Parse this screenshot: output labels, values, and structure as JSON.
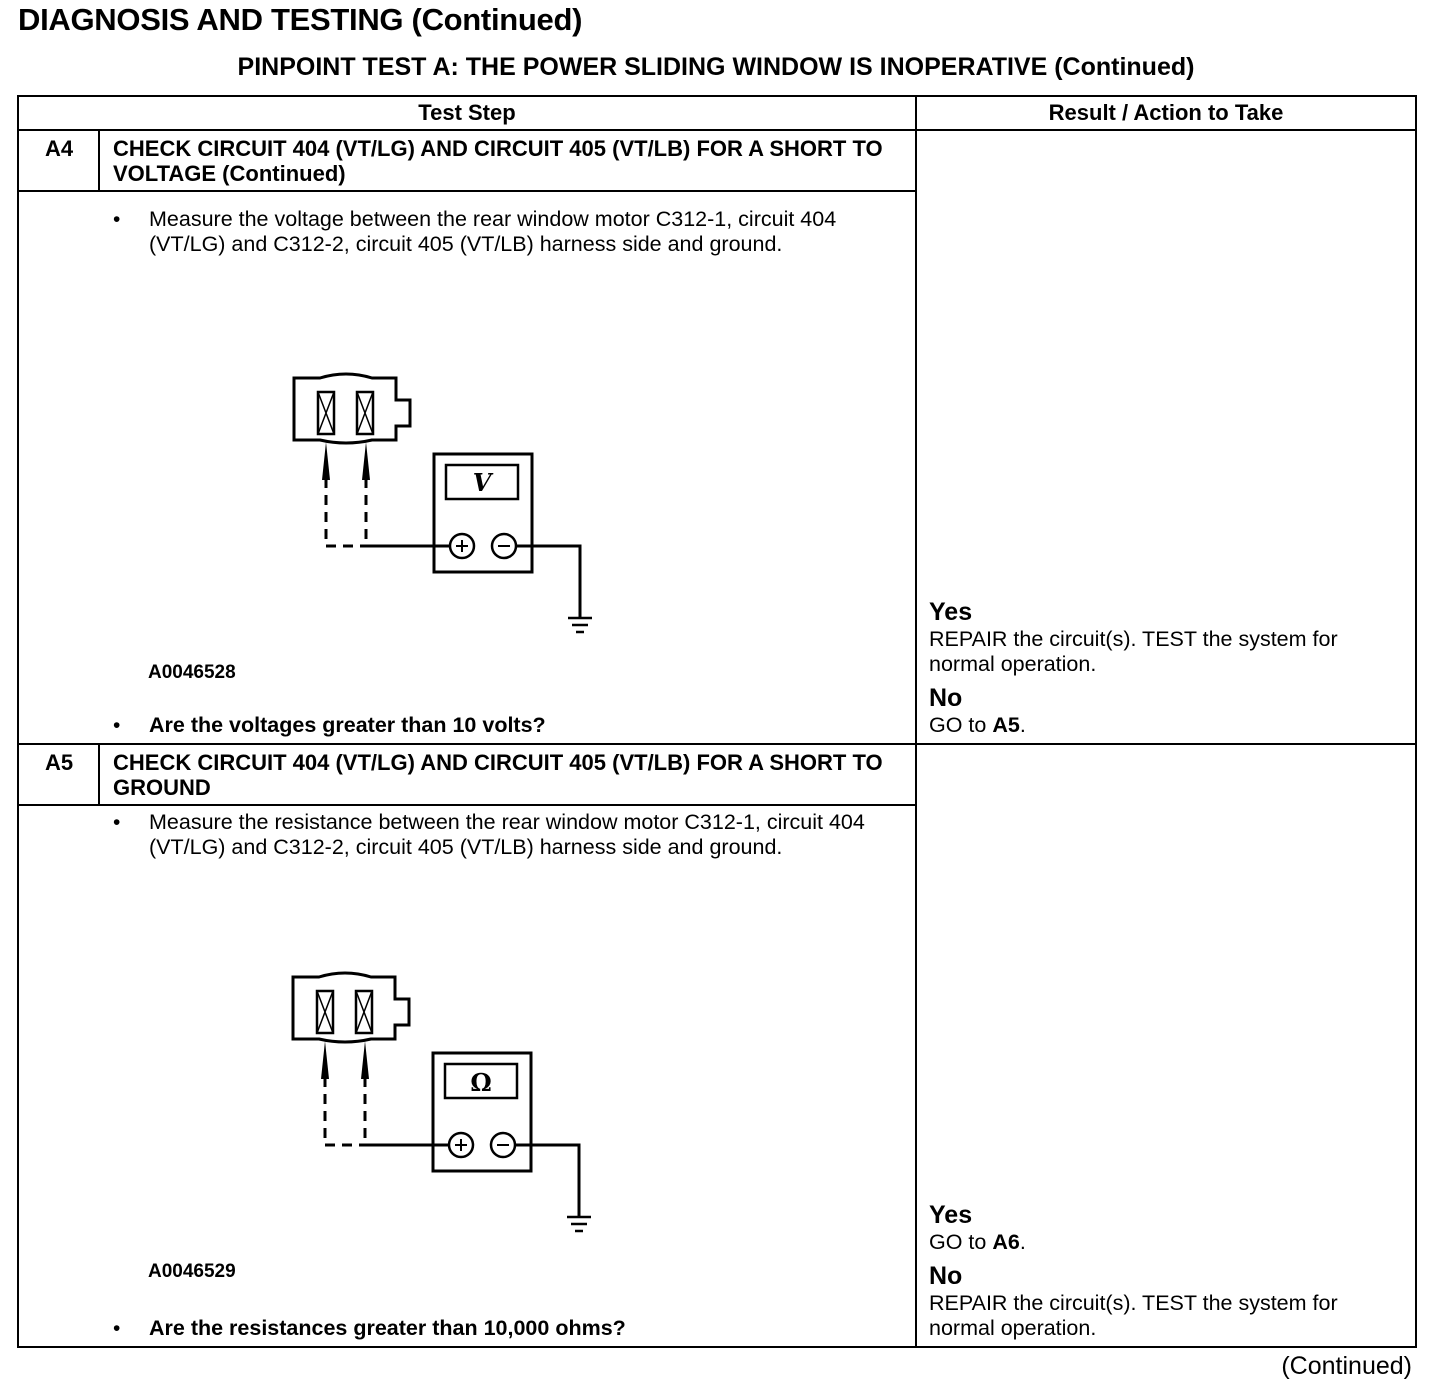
{
  "page_title": "DIAGNOSIS AND TESTING (Continued)",
  "test_title": "PINPOINT TEST  A: THE POWER SLIDING WINDOW IS INOPERATIVE (Continued)",
  "table": {
    "header_step": "Test Step",
    "header_result": "Result / Action to Take"
  },
  "steps": [
    {
      "id": "A4",
      "title": "CHECK CIRCUIT 404 (VT/LG) AND CIRCUIT 405 (VT/LB) FOR A SHORT TO VOLTAGE (Continued)",
      "bullet_marker": "•",
      "instruction": "Measure the voltage between the rear window motor C312-1, circuit 404 (VT/LG) and C312-2, circuit 405 (VT/LB) harness side and ground.",
      "meter_symbol": "V",
      "figure_id": "A0046528",
      "question": "Are the voltages greater than 10 volts?",
      "yes_label": "Yes",
      "yes_action": "REPAIR the circuit(s). TEST the system for normal operation.",
      "no_label": "No",
      "no_action_prefix": "GO to ",
      "no_action_target": "A5",
      "no_action_suffix": "."
    },
    {
      "id": "A5",
      "title": "CHECK CIRCUIT 404 (VT/LG) AND CIRCUIT 405 (VT/LB) FOR A SHORT TO GROUND",
      "bullet_marker": "•",
      "instruction": "Measure the resistance between the rear window motor C312-1, circuit 404 (VT/LG) and C312-2, circuit 405 (VT/LB) harness side and ground.",
      "meter_symbol": "Ω",
      "figure_id": "A0046529",
      "question": "Are the resistances greater than 10,000 ohms?",
      "yes_label": "Yes",
      "yes_action_prefix": "GO to ",
      "yes_action_target": "A6",
      "yes_action_suffix": ".",
      "no_label": "No",
      "no_action": "REPAIR the circuit(s). TEST the system for normal operation."
    }
  ],
  "footer": "(Continued)"
}
